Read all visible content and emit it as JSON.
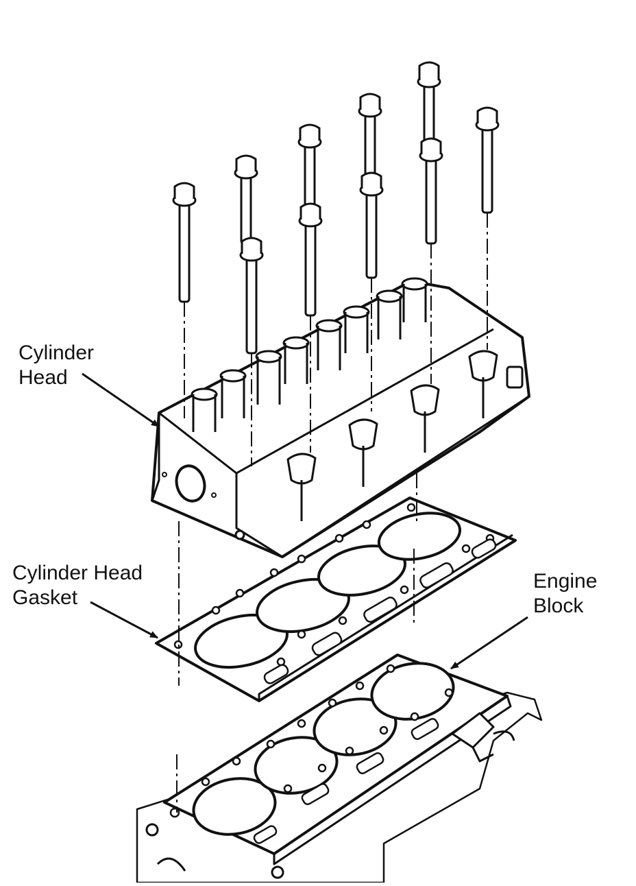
{
  "labels": {
    "cylinder_head": [
      "Cylinder",
      "Head"
    ],
    "cylinder_head_gasket": [
      "Cylinder Head",
      "Gasket"
    ],
    "engine_block": [
      "Engine",
      "Block"
    ]
  },
  "colors": {
    "ink": "#111111",
    "paper": "#ffffff"
  },
  "parts": {
    "head_bolts": 10,
    "cylinders": 4
  }
}
